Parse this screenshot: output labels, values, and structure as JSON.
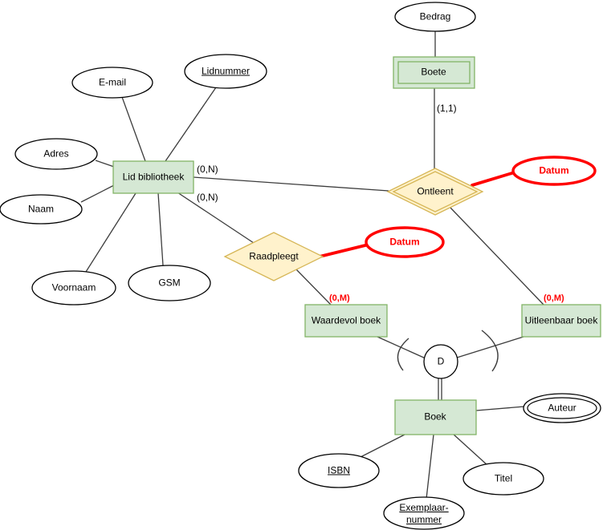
{
  "colors": {
    "entity_fill": "#d5e8d4",
    "entity_stroke": "#82b366",
    "relationship_fill": "#fff2cc",
    "relationship_stroke": "#d6b656",
    "attribute_fill": "#ffffff",
    "attribute_stroke": "#000000",
    "highlight": "#ff0000",
    "connector": "#3c3c3c",
    "text": "#000000"
  },
  "entities": {
    "boete": "Boete",
    "lid_bibliotheek": "Lid bibliotheek",
    "waardevol_boek": "Waardevol boek",
    "uitleenbaar_boek": "Uitleenbaar boek",
    "boek": "Boek"
  },
  "relationships": {
    "ontleent": "Ontleent",
    "raadpleegt": "Raadpleegt"
  },
  "attributes": {
    "bedrag": "Bedrag",
    "email": "E-mail",
    "lidnummer": "Lidnummer",
    "adres": "Adres",
    "naam": "Naam",
    "voornaam": "Voornaam",
    "gsm": "GSM",
    "datum_ontleent": "Datum",
    "datum_raadpleegt": "Datum",
    "auteur": "Auteur",
    "isbn": "ISBN",
    "titel": "Titel",
    "exemplaarnummer_line1": "Exemplaar-",
    "exemplaarnummer_line2": "nummer"
  },
  "cardinalities": {
    "boete_ontleent": "(1,1)",
    "lid_ontleent": "(0,N)",
    "lid_raadpleegt": "(0,N)",
    "raadpleegt_waardevol": "(0,M)",
    "ontleent_uitleenbaar": "(0,M)"
  },
  "specialization": {
    "label": "D"
  }
}
